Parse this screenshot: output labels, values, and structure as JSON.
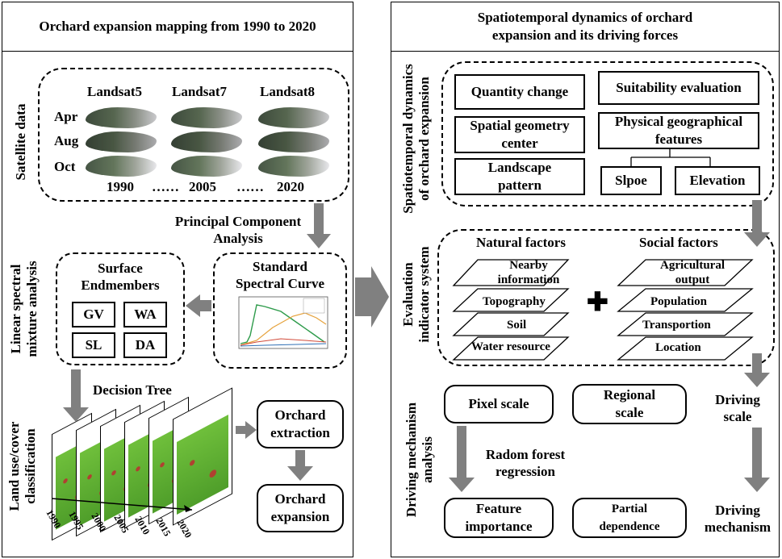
{
  "left_panel": {
    "title": "Orchard expansion mapping from 1990 to 2020",
    "satellite": {
      "side_label": "Satellite data",
      "sensors": [
        "Landsat5",
        "Landsat7",
        "Landsat8"
      ],
      "months": [
        "Apr",
        "Aug",
        "Oct"
      ],
      "years": [
        "1990",
        "2005",
        "2020"
      ],
      "ellipsis": "……"
    },
    "pca_label_line1": "Principal Component",
    "pca_label_line2": "Analysis",
    "lsma": {
      "side_label_line1": "Linear spectral",
      "side_label_line2": "mixture analysis",
      "endmembers_line1": "Surface",
      "endmembers_line2": "Endmembers",
      "members": [
        "GV",
        "WA",
        "SL",
        "DA"
      ],
      "curve_line1": "Standard",
      "curve_line2": "Spectral Curve"
    },
    "decision_tree": "Decision Tree",
    "classification": {
      "side_label_line1": "Land use/cover",
      "side_label_line2": "classification",
      "years": [
        "1990",
        "1995",
        "2000",
        "2005",
        "2010",
        "2015",
        "2020"
      ],
      "extraction_line1": "Orchard",
      "extraction_line2": "extraction",
      "expansion_line1": "Orchard",
      "expansion_line2": "expansion"
    }
  },
  "right_panel": {
    "title_line1": "Spatiotemporal dynamics of orchard",
    "title_line2": "expansion and its driving forces",
    "dynamics": {
      "side_label_line1": "Spatiotemporal dynamics",
      "side_label_line2": "of orchard expansion",
      "quantity": "Quantity change",
      "geometry_line1": "Spatial geometry",
      "geometry_line2": "center",
      "landscape_line1": "Landscape",
      "landscape_line2": "pattern",
      "suitability": "Suitability evaluation",
      "physical_line1": "Physical geographical",
      "physical_line2": "features",
      "slope": "Slpoe",
      "elevation": "Elevation"
    },
    "indicators": {
      "side_label_line1": "Evaluation",
      "side_label_line2": "indicator  system",
      "natural_title": "Natural factors",
      "natural_layers": [
        "Nearby information",
        "Topography",
        "Soil",
        "Water resource"
      ],
      "plus": "✚",
      "social_title": "Social factors",
      "social_layers": [
        "Agricultural output",
        "Population",
        "Transportion",
        "Location"
      ]
    },
    "mechanism": {
      "side_label_line1": "Driving mechanism",
      "side_label_line2": "analysis",
      "pixel": "Pixel scale",
      "regional_line1": "Regional",
      "regional_line2": "scale",
      "driving_scale_line1": "Driving",
      "driving_scale_line2": "scale",
      "rf_line1": "Radom forest",
      "rf_line2": "regression",
      "feature_line1": "Feature",
      "feature_line2": "importance",
      "partial_line1": "Partial",
      "partial_line2": "dependence",
      "driving_mech_line1": "Driving",
      "driving_mech_line2": "mechanism"
    }
  },
  "colors": {
    "arrow": "#808080",
    "border": "#000000"
  }
}
